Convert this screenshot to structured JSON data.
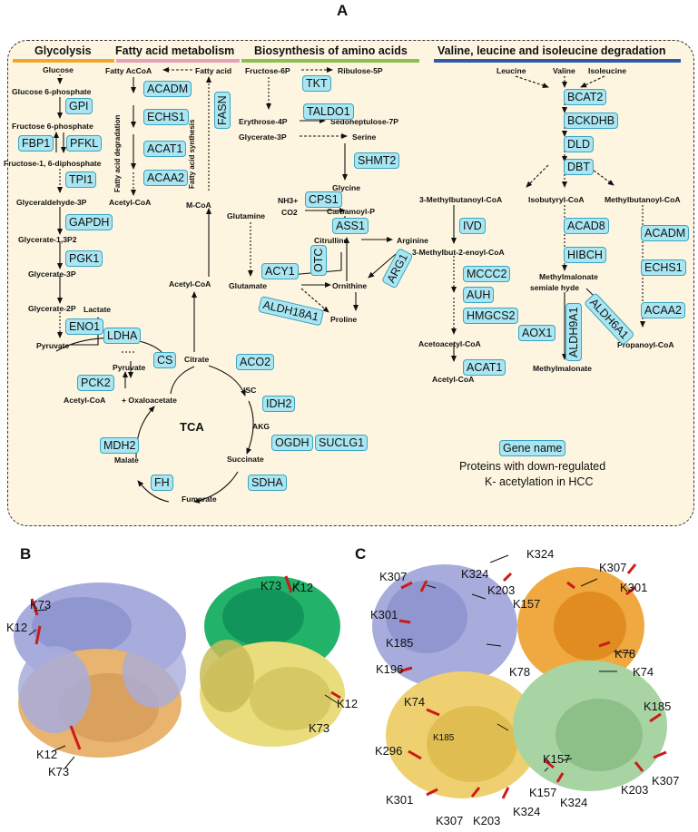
{
  "panels": {
    "a": "A",
    "b": "B",
    "c": "C"
  },
  "headers": {
    "glycolysis": "Glycolysis",
    "fatty_acid": "Fatty acid metabolism",
    "amino_acids": "Biosynthesis of amino acids",
    "bcaa": "Valine, leucine and isoleucine degradation"
  },
  "colors": {
    "glycolysis": "#f0a830",
    "fatty_acid": "#ea9fb8",
    "amino_acids": "#8cc152",
    "bcaa": "#2f5aa8",
    "enzyme_fill": "#a9e6f2",
    "panel_bg": "#fdf5df"
  },
  "metabolites": {
    "glucose": "Glucose",
    "g6p": "Glucose 6-phosphate",
    "f6p": "Fructose 6-phosphate",
    "f16dp": "Fructose-1, 6-diphosphate",
    "g3p_ald": "Glyceraldehyde-3P",
    "gly13p2": "Glycerate-1,3P2",
    "gly3p": "Glycerate-3P",
    "gly2p": "Glycerate-2P",
    "lactate": "Lactate",
    "pyruvate": "Pyruvate",
    "pyruvate2": "Pyruvate",
    "acetyl_coa_tca": "Acetyl-CoA",
    "oxaloacetate": "+ Oxaloacetate",
    "citrate": "Citrate",
    "isc": "ISC",
    "akg": "AKG",
    "succinate": "Succinate",
    "fumarate": "Fumarate",
    "malate": "Malate",
    "fatty_accoa": "Fatty AcCoA",
    "fatty_acid": "Fatty acid",
    "acetyl_coa_fa": "Acetyl-CoA",
    "m_coa": "M-CoA",
    "acetyl_coa_mid": "Acetyl-CoA",
    "glutamine": "Glutamine",
    "glutamate": "Glutamate",
    "fructose6p": "Fructose-6P",
    "ribulose5p": "Ribulose-5P",
    "erythrose4p": "Erythrose-4P",
    "sedoheptulose7p": "Sedoheptulose-7P",
    "glycerate3p_aa": "Glycerate-3P",
    "serine": "Serine",
    "glycine": "Glycine",
    "nh3": "NH3+",
    "co2": "CO2",
    "carbamoyl_p": "Carbamoyl-P",
    "citrulline": "Citrulline",
    "arginine": "Arginine",
    "ornithine": "Ornithine",
    "proline": "Proline",
    "leucine": "Leucine",
    "valine": "Valine",
    "isoleucine": "Isoleucine",
    "methylbutanoyl3": "3-Methylbutanoyl-CoA",
    "isobutyryl": "Isobutyryl-CoA",
    "methylbutanoyl": "Methylbutanoyl-CoA",
    "methylbutenoyl": "3-Methylbut-2-enoyl-CoA",
    "methylmalonate_semi1": "Methylmalonate",
    "methylmalonate_semi2": "semiale hyde",
    "propanoyl": "Propanoyl-CoA",
    "acetoacetyl": "Acetoacetyl-CoA",
    "acetyl_coa_bcaa": "Acetyl-CoA",
    "methylmalonate": "Methylmalonate"
  },
  "side_labels": {
    "fa_degradation": "Fatty acid degradation",
    "fa_synthesis": "Fatty acid synthesis"
  },
  "enzymes": {
    "GPI": "GPI",
    "FBP1": "FBP1",
    "PFKL": "PFKL",
    "TPI1": "TPI1",
    "GAPDH": "GAPDH",
    "PGK1": "PGK1",
    "ENO1": "ENO1",
    "LDHA": "LDHA",
    "PCK2": "PCK2",
    "CS": "CS",
    "ACO2": "ACO2",
    "IDH2": "IDH2",
    "OGDH": "OGDH",
    "SUCLG1": "SUCLG1",
    "SDHA": "SDHA",
    "FH": "FH",
    "MDH2": "MDH2",
    "ACADM": "ACADM",
    "ECHS1": "ECHS1",
    "ACAT1": "ACAT1",
    "ACAA2": "ACAA2",
    "FASN": "FASN",
    "TKT": "TKT",
    "TALDO1": "TALDO1",
    "SHMT2": "SHMT2",
    "CPS1": "CPS1",
    "ASS1": "ASS1",
    "ACY1": "ACY1",
    "OTC": "OTC",
    "ARG1": "ARG1",
    "ALDH18A1": "ALDH18A1",
    "BCAT2": "BCAT2",
    "BCKDHB": "BCKDHB",
    "DLD": "DLD",
    "DBT": "DBT",
    "IVD": "IVD",
    "ACAD8": "ACAD8",
    "HIBCH": "HIBCH",
    "ACADM_2": "ACADM",
    "ECHS1_2": "ECHS1",
    "ACAA2_2": "ACAA2",
    "MCCC2": "MCCC2",
    "AUH": "AUH",
    "HMGCS2": "HMGCS2",
    "AOX1": "AOX1",
    "ALDH6A1": "ALDH6A1",
    "ALDH9A1": "ALDH9A1",
    "ACAT1_2": "ACAT1"
  },
  "tca_label": "TCA",
  "legend": {
    "gene_name": "Gene name",
    "line1": "Proteins with down-regulated",
    "line2": "K- acetylation in HCC"
  },
  "residues_b": [
    "K73",
    "K12",
    "K12",
    "K73",
    "K73",
    "K12",
    "K12",
    "K73"
  ],
  "residues_c": [
    "K324",
    "K307",
    "K324",
    "K307",
    "K203",
    "K301",
    "K157",
    "K301",
    "K185",
    "K78",
    "K196",
    "K78",
    "K74",
    "K74",
    "K185",
    "K296",
    "K185",
    "K157",
    "K307",
    "K157",
    "K203",
    "K301",
    "K324",
    "K307",
    "K203",
    "K324"
  ]
}
